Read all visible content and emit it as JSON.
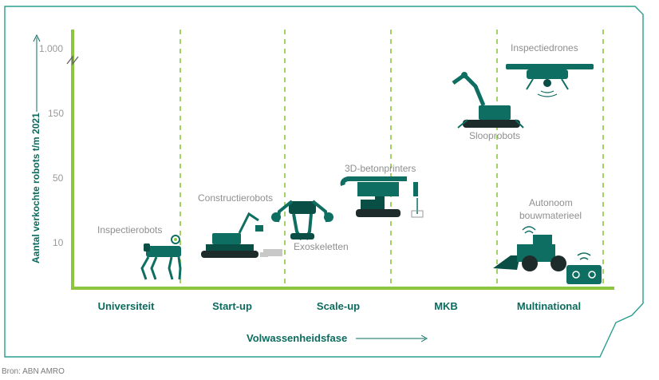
{
  "y_axis": {
    "label": "Aantal verkochte robots t/m 2021",
    "ticks": [
      "1.000",
      "150",
      "50",
      "10"
    ]
  },
  "x_axis": {
    "label": "Volwassenheidsfase"
  },
  "phases": [
    "Universiteit",
    "Start-up",
    "Scale-up",
    "MKB",
    "Multinational"
  ],
  "robots": {
    "inspectierobots": "Inspectierobots",
    "constructierobots": "Constructierobots",
    "exoskeletten": "Exoskeletten",
    "betonprinters": "3D-betonprinters",
    "inspectiedrones": "Inspectiedrones",
    "sloopbots": "Slooprobots",
    "autonoom_line1": "Autonoom",
    "autonoom_line2": "bouwmaterieel"
  },
  "source": "Bron: ABN AMRO",
  "colors": {
    "accent": "#8cc63f",
    "robot": "#0f6e62",
    "frame": "#2a9d8f",
    "text": "#0b6b5e"
  }
}
